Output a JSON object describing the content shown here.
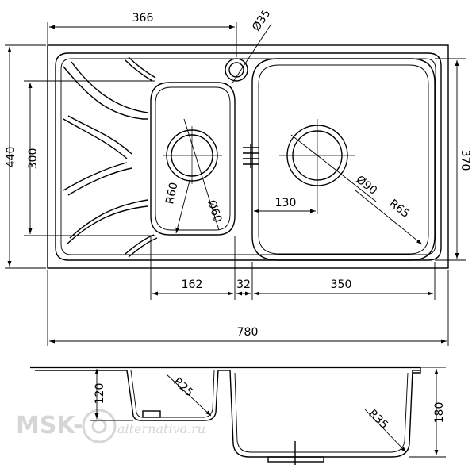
{
  "top_view": {
    "dimensions": {
      "overall_width": "780",
      "main_bowl_offset": "366",
      "overall_depth": "440",
      "drainer_depth": "300",
      "main_bowl_depth": "370",
      "small_bowl_width": "162",
      "divider_width": "32",
      "main_bowl_width": "350",
      "main_drain_offset": "130",
      "tap_hole_dia": "Ø35",
      "main_drain_dia": "Ø90",
      "main_bowl_radius": "R65",
      "small_bowl_radius": "R60",
      "small_drain_dia": "Ø60"
    }
  },
  "side_view": {
    "dimensions": {
      "small_bowl_depth": "120",
      "main_bowl_depth": "180",
      "small_bowl_radius": "R25",
      "main_bowl_radius": "R35"
    }
  },
  "watermark": {
    "brand": "MSK-",
    "sub": "alternativa.ru"
  },
  "colors": {
    "line": "#000000",
    "watermark": "#d6d6d6",
    "background": "#ffffff"
  }
}
